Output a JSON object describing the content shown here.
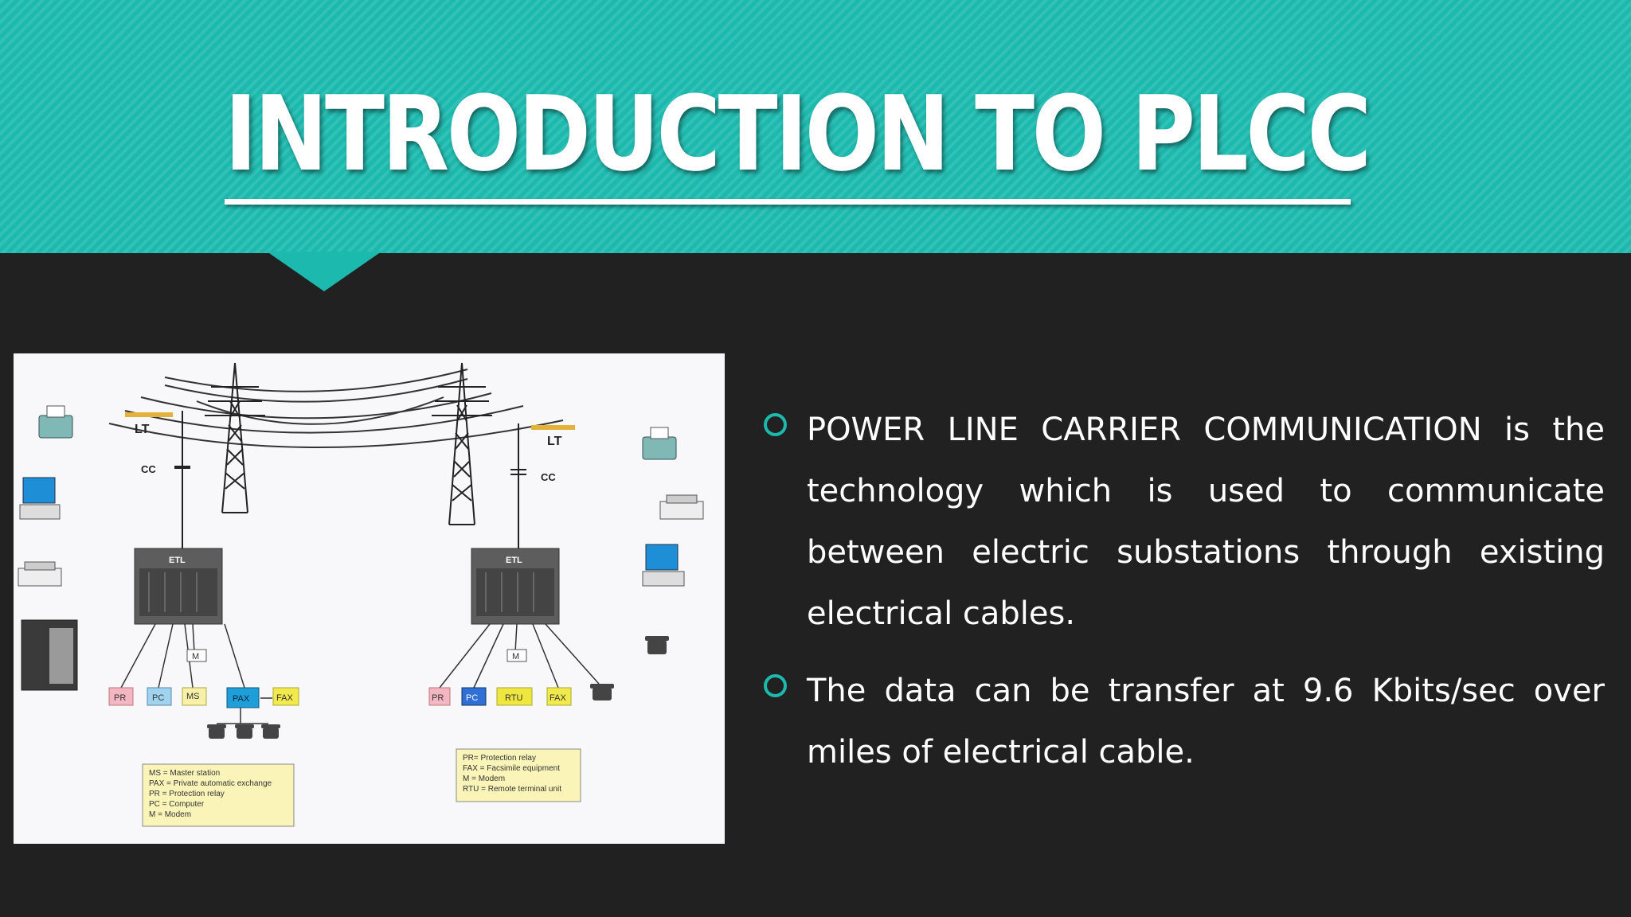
{
  "slide": {
    "title": "INTRODUCTION TO PLCC",
    "colors": {
      "accent": "#1cb9ae",
      "background": "#212121",
      "text": "#ffffff"
    }
  },
  "bullets": [
    {
      "icon": "hollow-circle",
      "text": "POWER LINE CARRIER COMMUNICATION is the technology which is used to communicate between electric substations through existing electrical cables."
    },
    {
      "icon": "hollow-circle",
      "text": "The data can be transfer at 9.6 Kbits/sec over miles of electrical cable."
    }
  ],
  "diagram": {
    "left": {
      "lt": "LT",
      "cc": "CC",
      "unit": "ETL",
      "modem": "M",
      "boxes": [
        "PR",
        "PC",
        "MS",
        "PAX",
        "FAX"
      ],
      "legend": [
        "MS   = Master station",
        "PAX = Private automatic exchange",
        "PR   = Protection relay",
        "PC   = Computer",
        "M = Modem"
      ]
    },
    "right": {
      "lt": "LT",
      "cc": "CC",
      "unit": "ETL",
      "modem": "M",
      "boxes": [
        "PR",
        "PC",
        "RTU",
        "FAX"
      ],
      "legend": [
        "PR= Protection relay",
        "FAX = Facsimile equipment",
        "M    = Modem",
        "RTU  = Remote terminal unit"
      ]
    },
    "box_colors": {
      "PR": "#f4b6c2",
      "PC": "#9fd3ee",
      "MS": "#f7f0a6",
      "PAX": "#1e9fd9",
      "FAX": "#f2ea4c",
      "PC_right": "#2f6fd6",
      "RTU": "#efe640"
    }
  }
}
